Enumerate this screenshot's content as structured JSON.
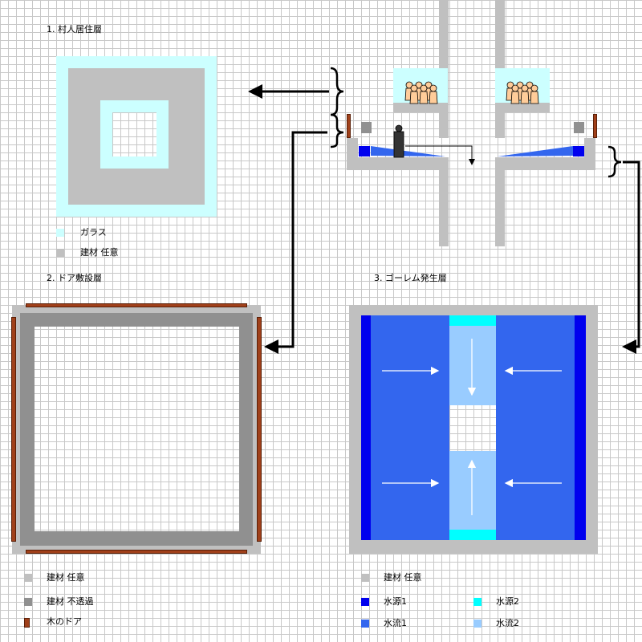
{
  "layers": {
    "villager": {
      "title": "1. 村人居住層",
      "legend": [
        {
          "label": "ガラス",
          "color": "#ccffff"
        },
        {
          "label": "建材 任意",
          "color": "#c0c0c0"
        }
      ]
    },
    "door": {
      "title": "2. ドア敷設層",
      "legend": [
        {
          "label": "建材 任意",
          "color": "#c0c0c0"
        },
        {
          "label": "建材 不透過",
          "color": "#909090"
        },
        {
          "label": "木のドア",
          "color": "#a0401a"
        }
      ]
    },
    "golem": {
      "title": "3. ゴーレム発生層",
      "legend": [
        {
          "label": "建材 任意",
          "color": "#c0c0c0"
        },
        {
          "label": "水源1",
          "color": "#0000ee"
        },
        {
          "label": "水源2",
          "color": "#00ffff"
        },
        {
          "label": "水流1",
          "color": "#3366ee"
        },
        {
          "label": "水流2",
          "color": "#99ccff"
        }
      ]
    }
  },
  "colors": {
    "glass": "#ccffff",
    "block": "#c0c0c0",
    "opaque": "#909090",
    "door": "#a0401a",
    "water_source_1": "#0000ee",
    "water_source_2": "#00ffff",
    "water_flow_1": "#3366ee",
    "water_flow_2": "#99ccff"
  }
}
